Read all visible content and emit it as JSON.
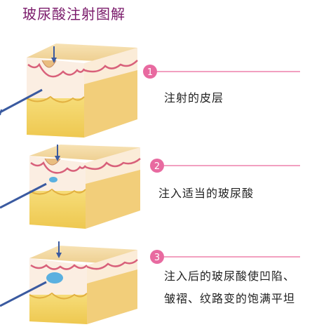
{
  "title": "玻尿酸注射图解",
  "steps": [
    {
      "number": "1",
      "lines": [
        "注射的皮层"
      ]
    },
    {
      "number": "2",
      "lines": [
        "注入适当的玻尿酸"
      ]
    },
    {
      "number": "3",
      "lines": [
        "注入后的玻尿酸使凹陷、",
        "皱褶、纹路变的饱满平坦"
      ]
    }
  ],
  "colors": {
    "title": "#7a1a6a",
    "skin_top": "#f2d7a0",
    "dermis_edge": "#d8607a",
    "fat": "#f0d060",
    "badge": "#e86aa0",
    "needle_arrow": "#3a5aa0",
    "filler": "#5ab0e0"
  }
}
